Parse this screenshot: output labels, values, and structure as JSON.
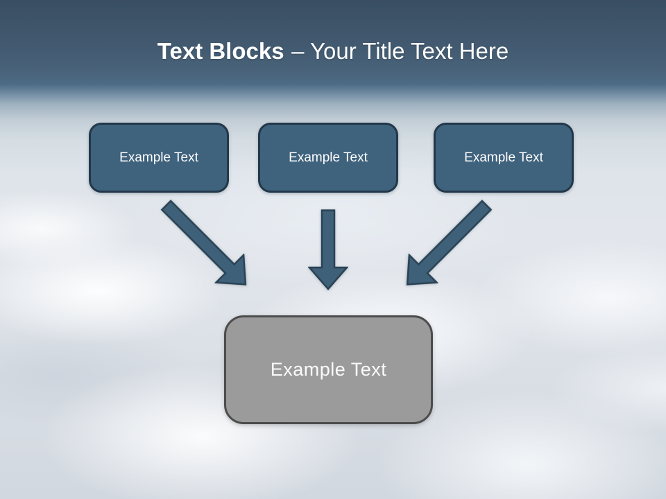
{
  "slide": {
    "title_bold": "Text Blocks",
    "title_rest": "– Your Title Text Here"
  },
  "blocks": {
    "top": [
      {
        "label": "Example Text"
      },
      {
        "label": "Example Text"
      },
      {
        "label": "Example Text"
      }
    ],
    "result": {
      "label": "Example Text"
    }
  },
  "arrows": [
    {
      "name": "arrow-diagonal-down-right"
    },
    {
      "name": "arrow-straight-down"
    },
    {
      "name": "arrow-diagonal-down-left"
    }
  ],
  "colors": {
    "header_gradient_top": "#394e62",
    "header_gradient_bottom": "#4d6a84",
    "sky_light": "#e2e6ec",
    "block_fill": "#3f627d",
    "block_border": "#22384a",
    "arrow_fill": "#3e6078",
    "arrow_border": "#2a4254",
    "result_fill": "#9b9b9b",
    "result_border": "#4c4c4c",
    "text": "#ffffff"
  }
}
